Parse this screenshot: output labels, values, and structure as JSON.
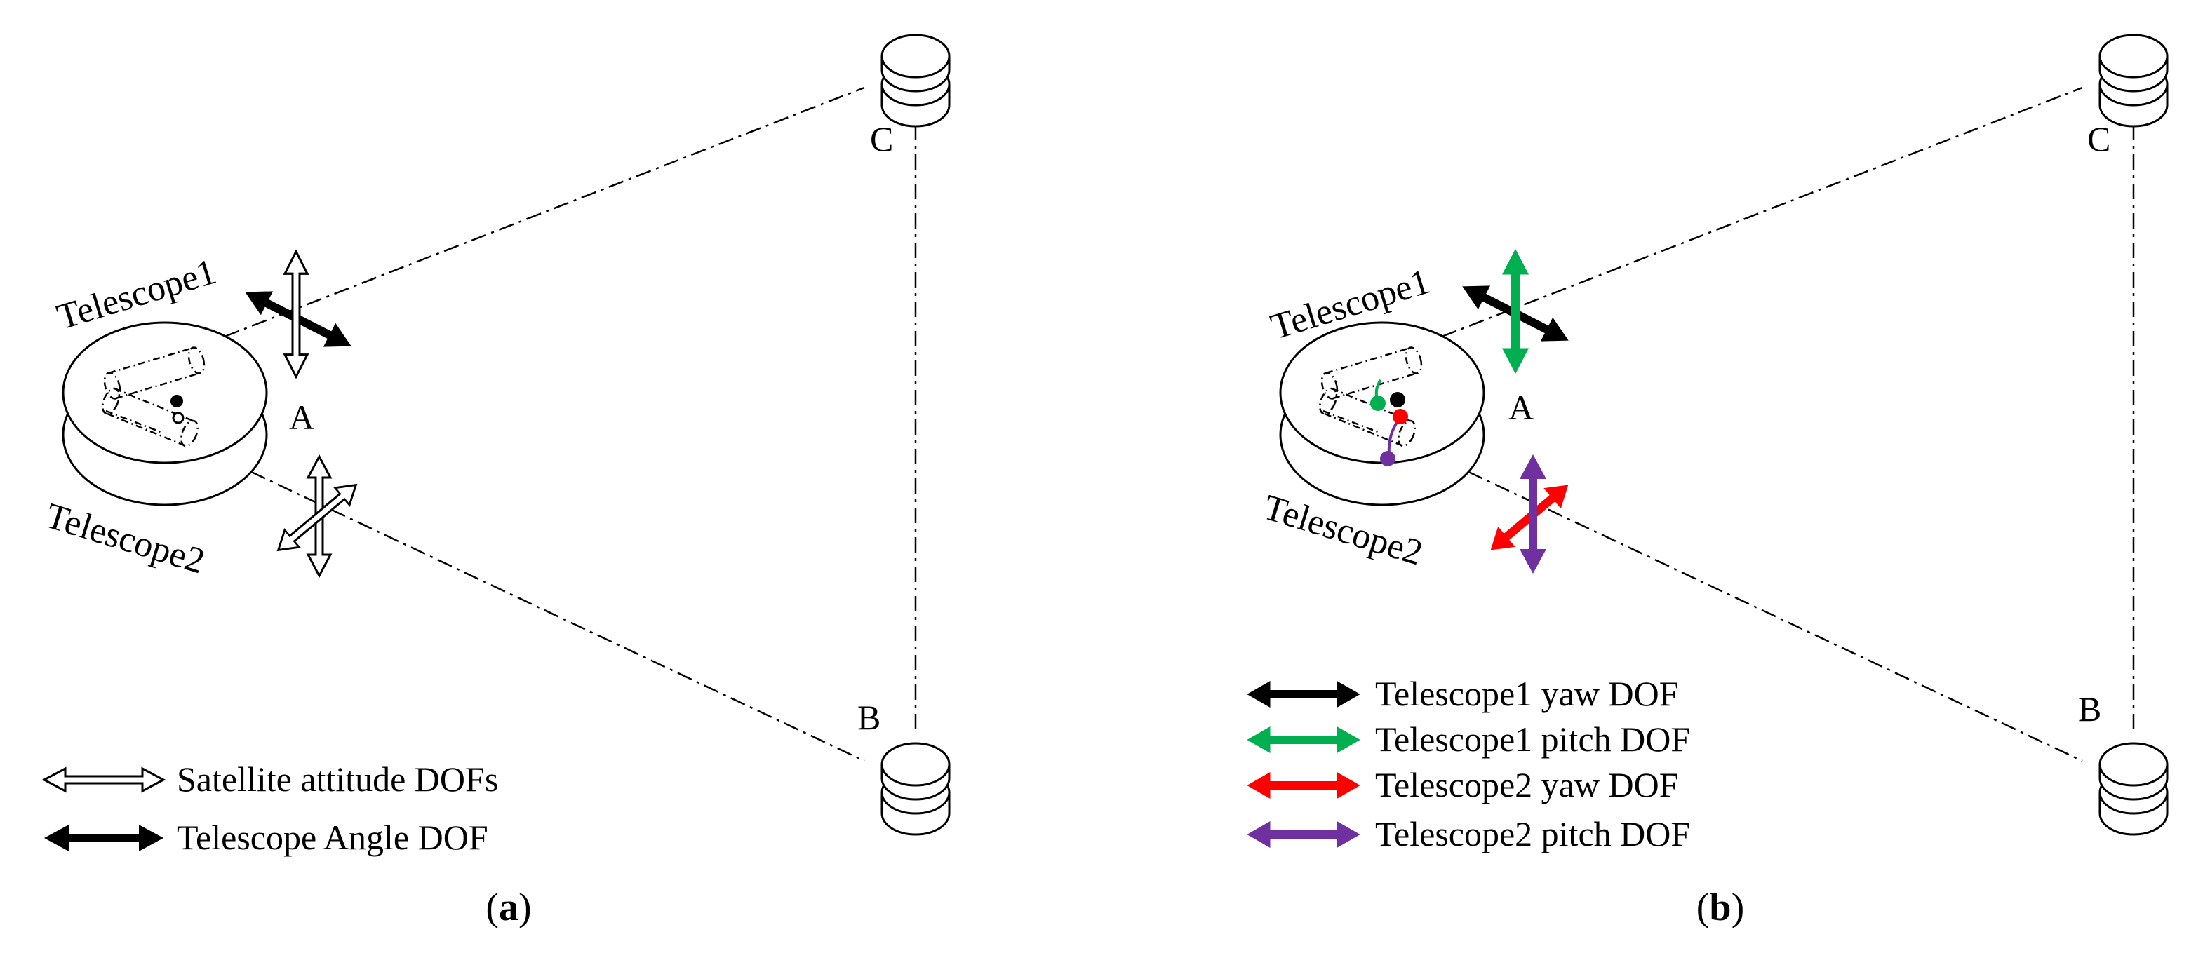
{
  "panel_a": {
    "nodes": {
      "a": "A",
      "b": "B",
      "c": "C"
    },
    "telescope1": "Telescope1",
    "telescope2": "Telescope2",
    "legend": [
      {
        "style": "hollow",
        "label": "Satellite attitude DOFs"
      },
      {
        "style": "solid",
        "label": "Telescope Angle DOF"
      }
    ],
    "caption": {
      "open": "(",
      "letter": "a",
      "close": ")"
    }
  },
  "panel_b": {
    "nodes": {
      "a": "A",
      "b": "B",
      "c": "C"
    },
    "telescope1": "Telescope1",
    "telescope2": "Telescope2",
    "legend": [
      {
        "color": "#000000",
        "label": "Telescope1 yaw DOF"
      },
      {
        "color": "#00b050",
        "label": "Telescope1 pitch DOF"
      },
      {
        "color": "#ff0000",
        "label": "Telescope2 yaw DOF"
      },
      {
        "color": "#7030a0",
        "label": "Telescope2 pitch DOF"
      }
    ],
    "caption": {
      "open": "(",
      "letter": "b",
      "close": ")"
    }
  },
  "colors": {
    "line": "#000000",
    "yaw1": "#000000",
    "pitch1": "#00b050",
    "yaw2": "#ff0000",
    "pitch2": "#7030a0"
  }
}
